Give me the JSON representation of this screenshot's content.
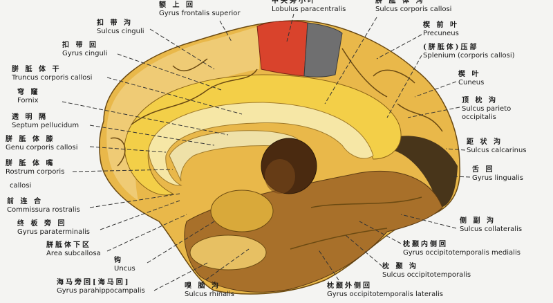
{
  "labels": [
    {
      "id": "gyrus-frontalis-superior",
      "zh": "额 上 回",
      "la": "Gyrus frontalis superior"
    },
    {
      "id": "lobulus-paracentralis",
      "zh": "中央旁小叶",
      "la": "Lobulus paracentralis"
    },
    {
      "id": "sulcus-corporis-callosi",
      "zh": "胼 胝 体 沟",
      "la": "Sulcus corporis callosi"
    },
    {
      "id": "sulcus-cinguli",
      "zh": "扣 带 沟",
      "la": "Sulcus cinguli"
    },
    {
      "id": "gyrus-cinguli",
      "zh": "扣 带 回",
      "la": "Gyrus cinguli"
    },
    {
      "id": "truncus-corporis-callosi",
      "zh": "胼 胝 体 干",
      "la": "Truncus corporis  callosi"
    },
    {
      "id": "fornix",
      "zh": "穹    窿",
      "la": "Fornix"
    },
    {
      "id": "septum-pellucidum",
      "zh": "透 明 隔",
      "la": "Septum pellucidum"
    },
    {
      "id": "genu-corporis-callosi",
      "zh": "胼 胝 体 膝",
      "la": "Genu corporis callosi"
    },
    {
      "id": "rostrum-corporis-callosi",
      "zh": "胼 胝 体 嘴",
      "la": "Rostrum corporis",
      "la2": "callosi"
    },
    {
      "id": "commissura-rostralis",
      "zh": "前 连 合",
      "la": "Commissura rostralis"
    },
    {
      "id": "gyrus-paraterminalis",
      "zh": "终 板 旁 回",
      "la": "Gyrus paraterminalis"
    },
    {
      "id": "area-subcallosa",
      "zh": "胼胝体下区",
      "la": "Area subcallosa"
    },
    {
      "id": "uncus",
      "zh": "钩",
      "la": "Uncus"
    },
    {
      "id": "gyrus-parahippocampalis",
      "zh": "海马旁回[海马回]",
      "la": "Gyrus parahippocampalis"
    },
    {
      "id": "sulcus-rhinalis",
      "zh": "嗅 脑 沟",
      "la": "Sulcus rhinalis"
    },
    {
      "id": "gyrus-occipitotemporalis-lateralis",
      "zh": "枕颞外侧回",
      "la": "Gyrus occipitotemporalis lateralis"
    },
    {
      "id": "sulcus-occipitotemporalis",
      "zh": "枕 颞 沟",
      "la": "Sulcus occipitotemporalis"
    },
    {
      "id": "gyrus-occipitotemporalis-medialis",
      "zh": "枕颞内侧回",
      "la": "Gyrus occipitotemporalis medialis"
    },
    {
      "id": "sulcus-collateralis",
      "zh": "侧 副 沟",
      "la": "Sulcus collateralis"
    },
    {
      "id": "gyrus-lingualis",
      "zh": "舌    回",
      "la": "Gyrus lingualis"
    },
    {
      "id": "sulcus-calcarinus",
      "zh": "距 状 沟",
      "la": "Sulcus calcarinus"
    },
    {
      "id": "sulcus-parieto-occipitalis",
      "zh": "顶 枕 沟",
      "la": "Sulcus parieto",
      "la2": "occipitalis"
    },
    {
      "id": "cuneus",
      "zh": "楔    叶",
      "la": "Cuneus"
    },
    {
      "id": "splenium",
      "zh": "(胼胝体)压部",
      "la": "Splenium  (corporis callosi)"
    },
    {
      "id": "precuneus",
      "zh": "楔 前 叶",
      "la": "Precuneus"
    }
  ],
  "colors": {
    "cortex": "#e9b84a",
    "cortex_light": "#f2d27a",
    "paracentral": "#d9432c",
    "gray_patch": "#6f6f70",
    "corpus_callosum": "#f6e7a6",
    "temporal": "#a8702a",
    "occipital_dark": "#2b1d12",
    "background": "#f4f4f2"
  }
}
